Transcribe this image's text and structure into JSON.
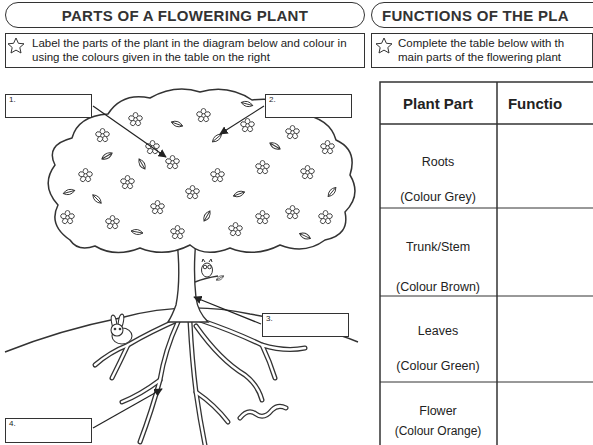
{
  "diagram": {
    "title": "PARTS OF A FLOWERING PLANT",
    "nodes": [
      {
        "text": [
          "PARTS OF A FLOWERING PLANT"
        ]
      },
      {
        "text": [
          "Label the parts of the plant in the diagram below and colour in using the colours given in the table on the right"
        ]
      },
      {
        "text": [
          "1."
        ]
      },
      {
        "text": [
          "2."
        ]
      },
      {
        "text": [
          "3."
        ]
      },
      {
        "text": [
          "4."
        ]
      },
      {
        "text": [
          "FUNCTIONS OF THE PLA"
        ]
      },
      {
        "text": [
          "Complete the table below with th main parts of the flowering plant"
        ]
      }
    ],
    "labels": [
      "Plant Part",
      "Functio",
      "Roots",
      "(Colour Grey)",
      "Trunk/Stem",
      "(Colour Brown)",
      "Leaves",
      "(Colour Green)",
      "Flower",
      "(Colour Orange)"
    ]
  }
}
